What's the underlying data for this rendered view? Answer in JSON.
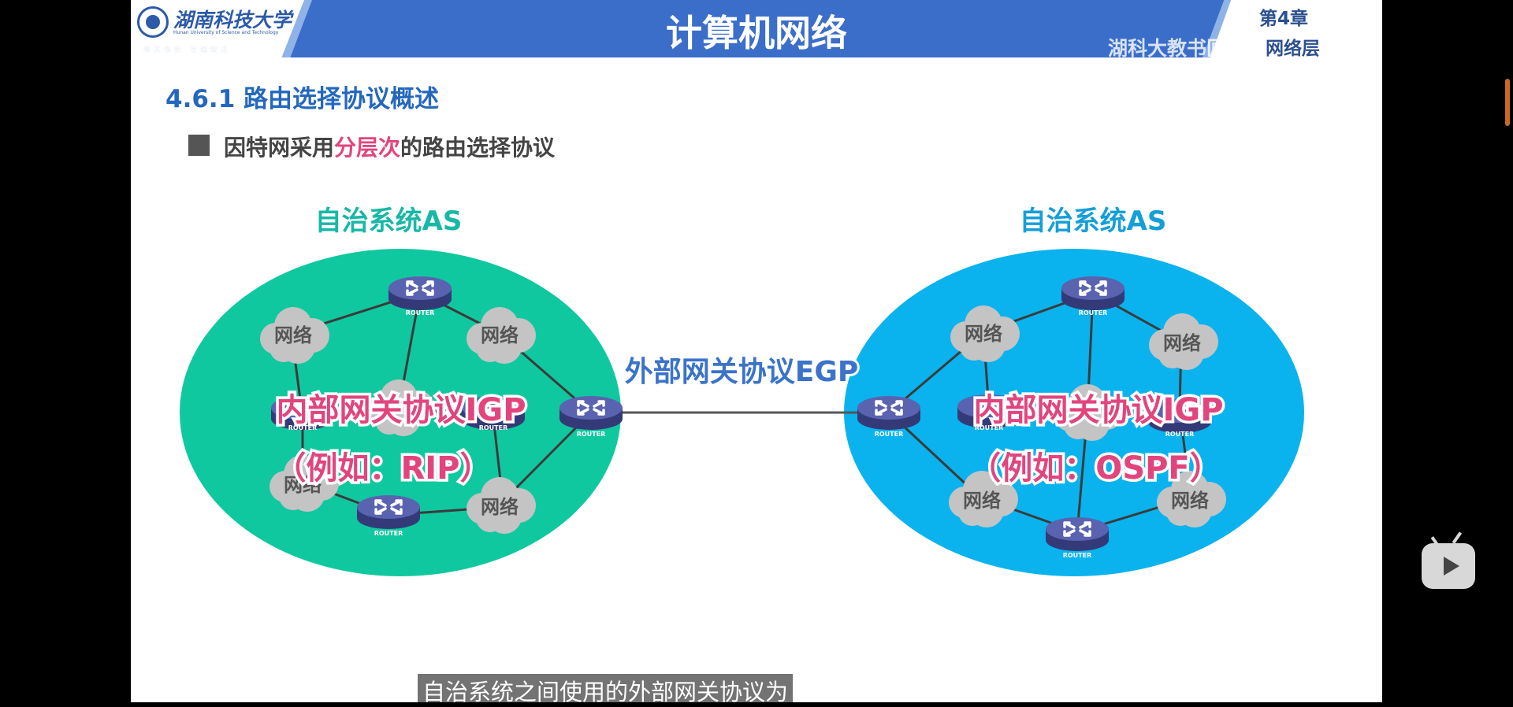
{
  "header": {
    "logo_cn": "湖南科技大学",
    "logo_en": "Hunan University of Science and Technology",
    "logo_motto": "唯实惟新 至诚致志",
    "title": "计算机网络",
    "chapter": "第4章",
    "chapter_sub": "网络层",
    "watermark": "湖科大教书匠"
  },
  "section_title": "4.6.1 路由选择协议概述",
  "bullet": {
    "before": "因特网采用",
    "highlight": "分层次",
    "after": "的路由选择协议"
  },
  "as_left": {
    "label": "自治系统AS",
    "igp": "内部网关协议IGP",
    "example": "（例如：RIP）",
    "fill": "#10c8a0"
  },
  "as_right": {
    "label": "自治系统AS",
    "igp": "内部网关协议IGP",
    "example": "（例如：OSPF）",
    "fill": "#0ab3ee"
  },
  "egp_label": "外部网关协议EGP",
  "network_label": "网络",
  "router_label": "ROUTER",
  "subtitle": "自治系统之间使用的外部网关协议为",
  "colors": {
    "header_blue": "#3b6ec9",
    "highlight": "#e0457b",
    "igp_text": "#e2457d"
  }
}
